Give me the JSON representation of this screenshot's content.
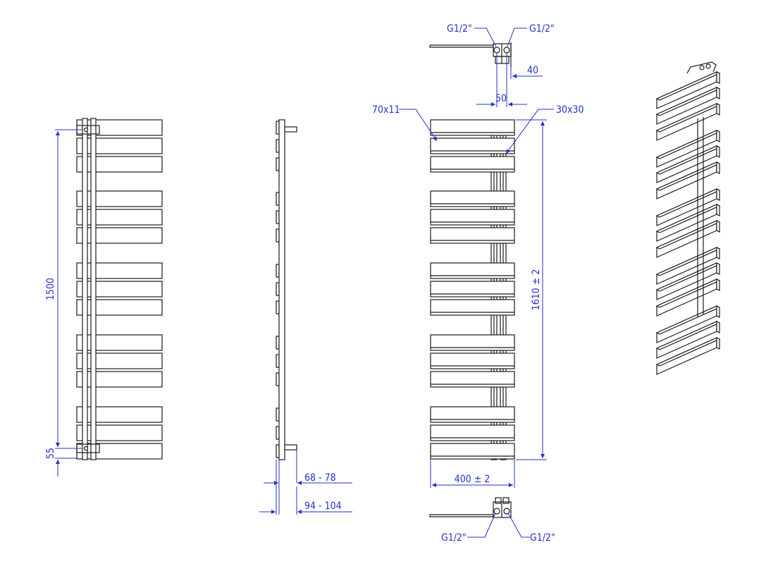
{
  "colors": {
    "line": "#1a1a1a",
    "dimension": "#2330c8",
    "background": "#ffffff"
  },
  "dimensions": {
    "pipe_spacing": "1500",
    "bottom_offset": "55",
    "wall_gap_min_max": "68 - 78",
    "total_depth": "94 - 104",
    "connection_top_left": "G1/2\"",
    "connection_top_right": "G1/2\"",
    "connection_bottom_left": "G1/2\"",
    "connection_bottom_right": "G1/2\"",
    "pipe_offset": "40",
    "pipe_center": "50",
    "bar_profile": "70x11",
    "collector_profile": "30x30",
    "height": "1610 ± 2",
    "width": "400 ± 2"
  }
}
